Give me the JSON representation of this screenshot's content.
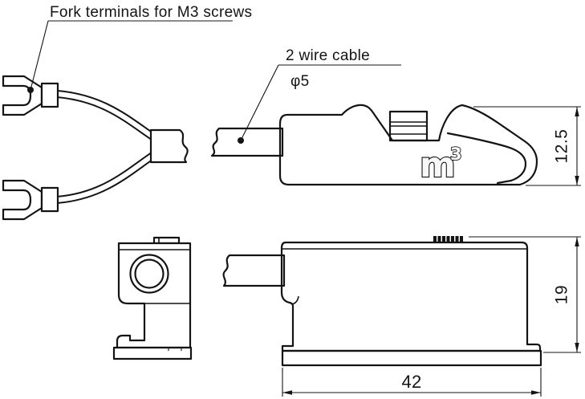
{
  "figure": {
    "type": "technical-drawing",
    "callouts": {
      "fork_terminals": "Fork terminals for M3 screws",
      "wire_cable": "2 wire cable",
      "cable_diameter": "φ5"
    },
    "logo": {
      "base": "m",
      "superscript": "3"
    },
    "dimensions": {
      "top_view_height": "12.5",
      "side_view_height": "19",
      "side_view_width": "42"
    },
    "colors": {
      "line": "#141414",
      "body_light": "#e9e9e9",
      "body_dark": "#a6a6a6",
      "block_fill": "#e0e0e0",
      "lid_fill": "#d9d9d9",
      "baseplate": "#b3b3b3",
      "background": "#ffffff"
    }
  }
}
